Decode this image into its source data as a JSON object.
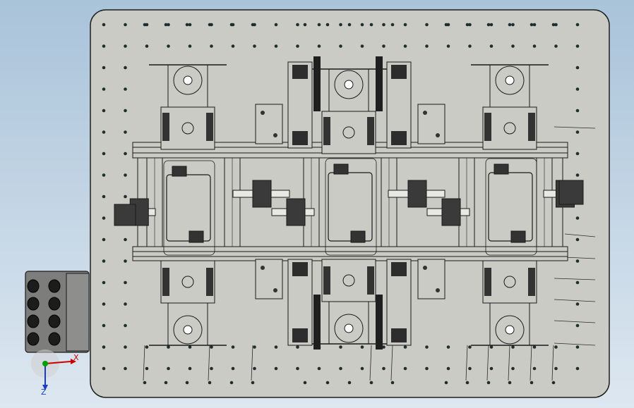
{
  "viewer": {
    "background_top": "#a9c3d9",
    "background_bottom": "#dde7f0",
    "model": "cad-assembly-top-view"
  },
  "base_plate": {
    "color": "#cbcbc6",
    "edge_color": "#1e1e1e"
  },
  "control_box": {
    "color": "#7d7d7b",
    "button_count": 8
  },
  "fixture": {
    "line_color": "#1a1a1a",
    "fill": "#cbcbc6"
  },
  "triad": {
    "x_label": "X",
    "z_label": "Z",
    "x_color": "#cc0000",
    "y_color": "#00a000",
    "z_color": "#1a3cc8"
  }
}
